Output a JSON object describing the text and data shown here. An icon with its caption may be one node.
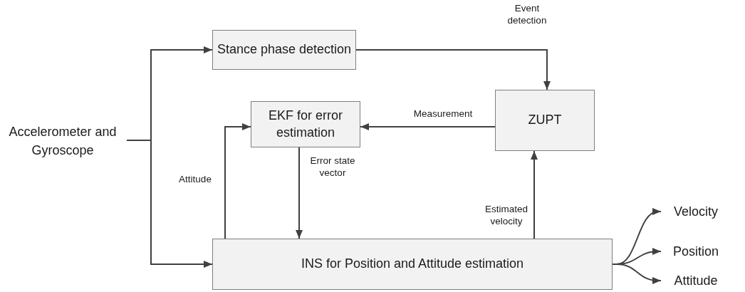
{
  "diagram": {
    "nodes": [
      {
        "text": [
          "Accelerometer and Gyroscope"
        ]
      },
      {
        "text": [
          "Stance phase detection"
        ]
      },
      {
        "text": [
          "EKF for error estimation"
        ]
      },
      {
        "text": [
          "ZUPT"
        ]
      },
      {
        "text": [
          "INS for Position and Attitude estimation"
        ]
      },
      {
        "text": [
          "Velocity"
        ]
      },
      {
        "text": [
          "Position"
        ]
      },
      {
        "text": [
          "Attitude"
        ]
      }
    ],
    "edges": [
      {
        "from": 0,
        "to": 1,
        "arrow": "to"
      },
      {
        "from": 0,
        "to": 4,
        "arrow": "to"
      },
      {
        "from": 1,
        "to": 3,
        "arrow": "to",
        "label": "Event detection"
      },
      {
        "from": 3,
        "to": 2,
        "arrow": "to",
        "label": "Measurement"
      },
      {
        "from": 2,
        "to": 4,
        "arrow": "to",
        "label": "Error state vector"
      },
      {
        "from": 4,
        "to": 2,
        "arrow": "to",
        "label": "Attitude"
      },
      {
        "from": 4,
        "to": 3,
        "arrow": "to",
        "label": "Estimated velocity"
      },
      {
        "from": 4,
        "to": 5,
        "arrow": "to"
      },
      {
        "from": 4,
        "to": 6,
        "arrow": "to"
      },
      {
        "from": 4,
        "to": 7,
        "arrow": "to"
      }
    ]
  }
}
